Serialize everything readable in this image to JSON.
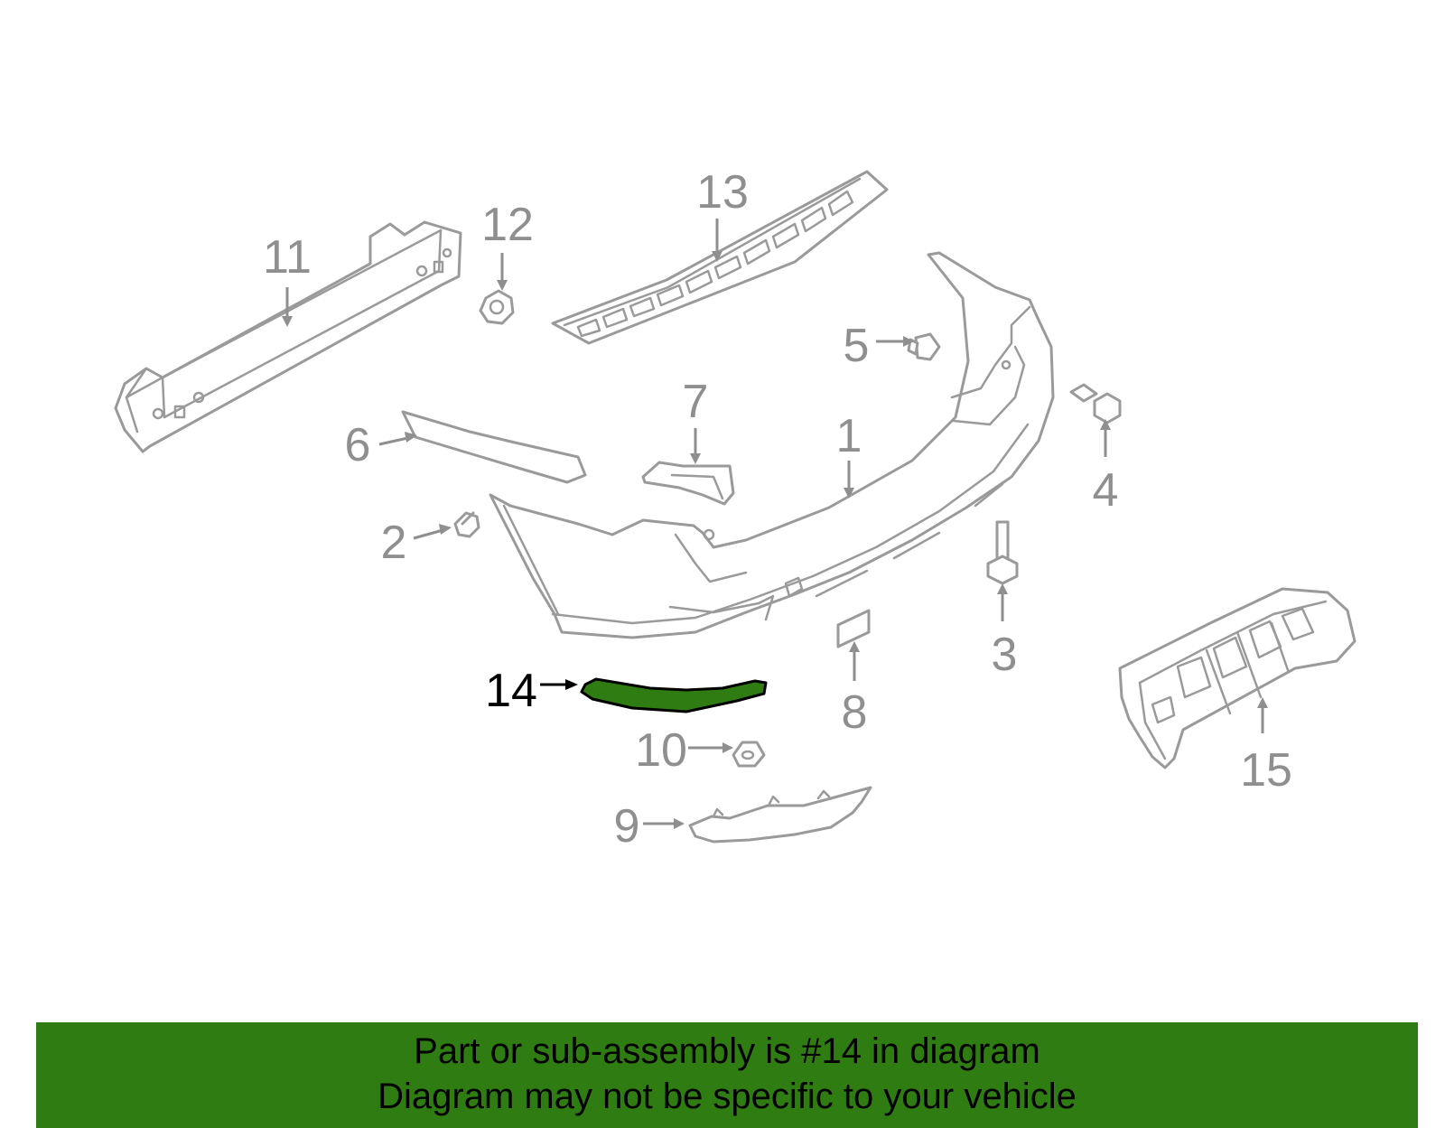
{
  "callouts": {
    "c1": "1",
    "c2": "2",
    "c3": "3",
    "c4": "4",
    "c5": "5",
    "c6": "6",
    "c7": "7",
    "c8": "8",
    "c9": "9",
    "c10": "10",
    "c11": "11",
    "c12": "12",
    "c13": "13",
    "c14": "14",
    "c15": "15"
  },
  "highlighted_callout": "14",
  "colors": {
    "highlight": "#2f7d12",
    "line_art": "#9a9a9a",
    "banner": "#2f7d12"
  },
  "banner": {
    "line1": "Part or sub-assembly is #14 in diagram",
    "line2": "Diagram may not be specific to your vehicle"
  }
}
